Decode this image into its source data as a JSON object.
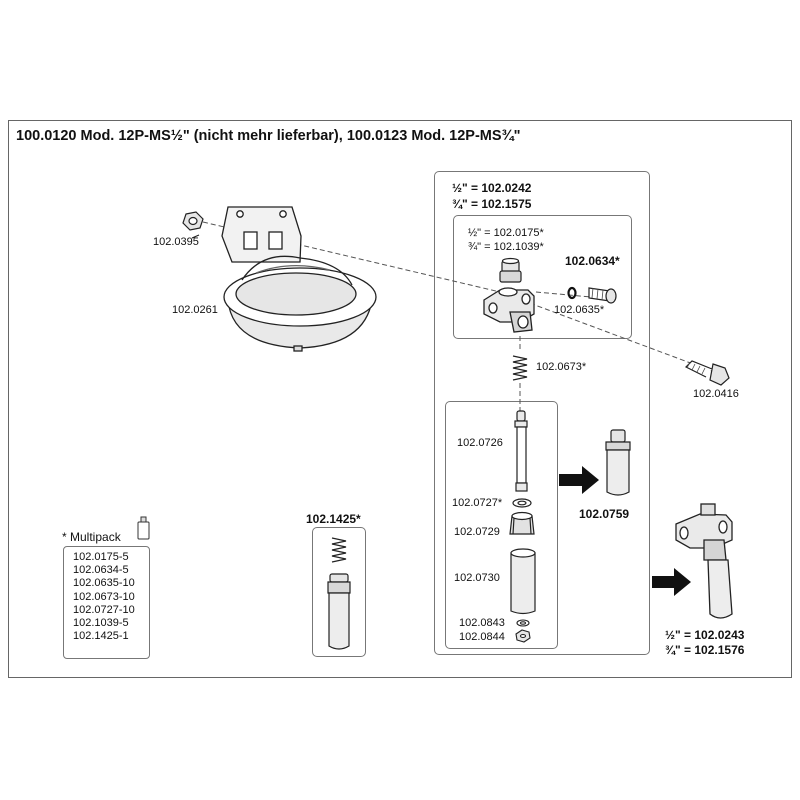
{
  "title": "100.0120 Mod. 12P-MS½\" (nicht mehr lieferbar), 100.0123 Mod. 12P-MS¾\"",
  "labels": {
    "nut": "102.0395",
    "bowl": "102.0261",
    "bolt": "102.0416",
    "valve_half": "½\" = 102.0242",
    "valve_three_quarter": "¾\" = 102.1575",
    "plug_half": "½\" = 102.0175*",
    "plug_three_quarter": "¾\" = 102.1039*",
    "screw_set": "102.0634*",
    "screw": "102.0635*",
    "spring": "102.0673*",
    "pin": "102.0726",
    "washer": "102.0727*",
    "fitting": "102.0729",
    "sleeve": "102.0730",
    "small_washer": "102.0843",
    "small_nut": "102.0844",
    "insert": "102.0759",
    "spring_kit": "102.1425*",
    "complete_half": "½\" = 102.0243",
    "complete_three_quarter": "¾\" = 102.1576"
  },
  "multipack": {
    "title": "* Multipack",
    "items": [
      "102.0175-5",
      "102.0634-5",
      "102.0635-10",
      "102.0673-10",
      "102.0727-10",
      "102.1039-5",
      "102.1425-1"
    ]
  }
}
